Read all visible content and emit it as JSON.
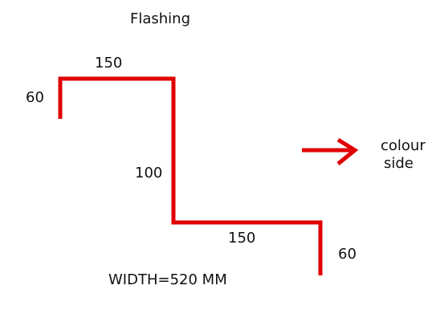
{
  "diagram": {
    "title": "Flashing",
    "dimensions": {
      "left_lip": "60",
      "top_run": "150",
      "vertical_drop": "100",
      "bottom_run": "150",
      "right_lip": "60"
    },
    "width_note": "WIDTH=520 MM",
    "side_note": {
      "line1": "colour",
      "line2": "side"
    },
    "colors": {
      "profile": "#e00000",
      "arrow": "#e00000",
      "text": "#111111",
      "background": "#ffffff"
    },
    "icons": {
      "arrow": "arrow-right-icon"
    }
  }
}
